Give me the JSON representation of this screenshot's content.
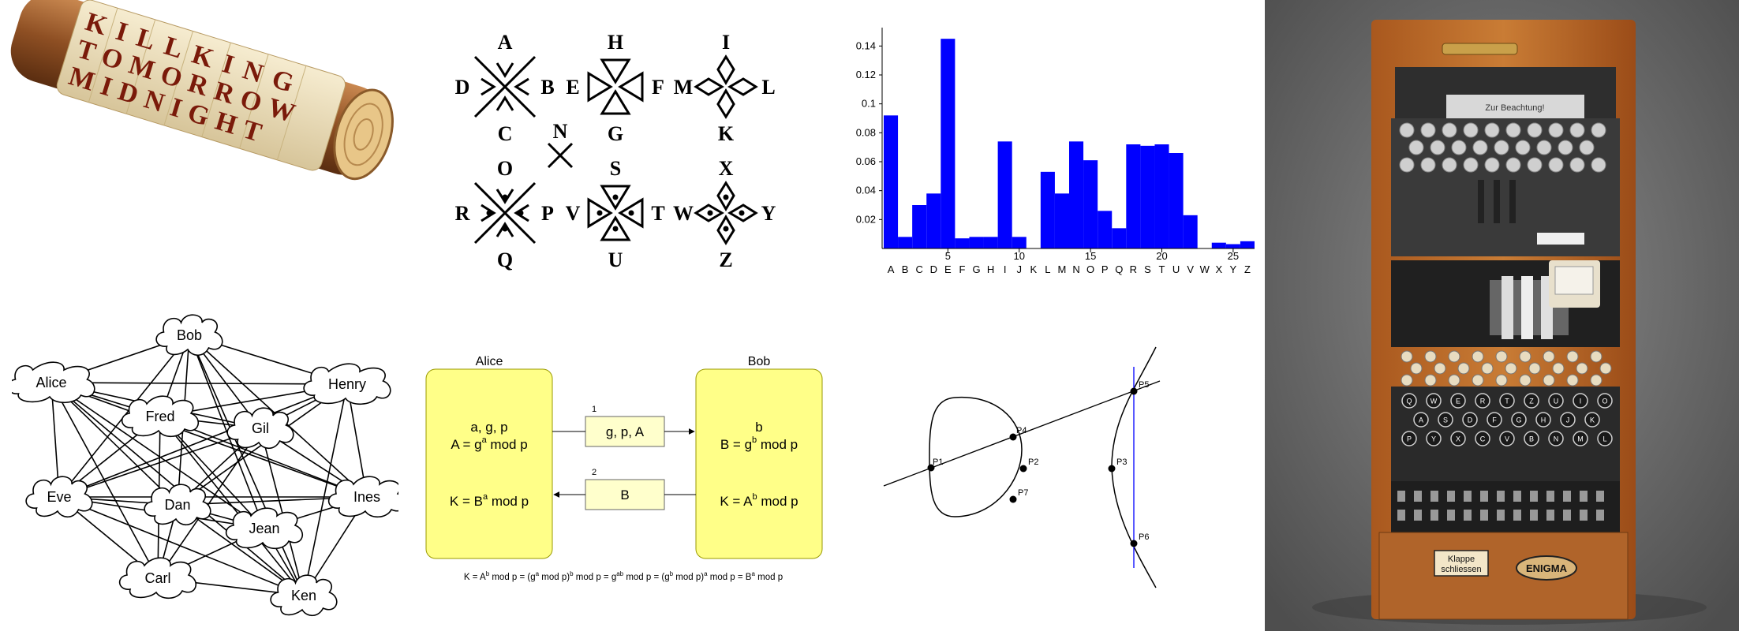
{
  "scytale": {
    "row1": "KILLKING",
    "row2": "TOMORROW",
    "row3": "MIDNIGHT"
  },
  "pigpen": {
    "letters": [
      "A",
      "B",
      "C",
      "D",
      "E",
      "F",
      "G",
      "H",
      "I",
      "K",
      "L",
      "M",
      "N",
      "O",
      "P",
      "Q",
      "R",
      "S",
      "T",
      "U",
      "V",
      "W",
      "X",
      "Y",
      "Z"
    ]
  },
  "chart_data": {
    "type": "bar",
    "categories": [
      "A",
      "B",
      "C",
      "D",
      "E",
      "F",
      "G",
      "H",
      "I",
      "J",
      "K",
      "L",
      "M",
      "N",
      "O",
      "P",
      "Q",
      "R",
      "S",
      "T",
      "U",
      "V",
      "W",
      "X",
      "Y",
      "Z"
    ],
    "values": [
      0.092,
      0.008,
      0.03,
      0.038,
      0.145,
      0.007,
      0.008,
      0.008,
      0.074,
      0.008,
      0.0,
      0.053,
      0.038,
      0.074,
      0.061,
      0.026,
      0.014,
      0.072,
      0.071,
      0.072,
      0.066,
      0.023,
      0.0,
      0.004,
      0.003,
      0.005
    ],
    "x_ticks": [
      "5",
      "10",
      "15",
      "20",
      "25"
    ],
    "y_ticks": [
      "0.02",
      "0.04",
      "0.06",
      "0.08",
      "0.1",
      "0.12",
      "0.14"
    ],
    "ylim": [
      0,
      0.15
    ],
    "bar_color": "#0000ff",
    "grid": false
  },
  "graph": {
    "nodes": [
      "Bob",
      "Alice",
      "Henry",
      "Fred",
      "Gil",
      "Eve",
      "Dan",
      "Ines",
      "Jean",
      "Carl",
      "Ken"
    ]
  },
  "dh": {
    "alice_title": "Alice",
    "bob_title": "Bob",
    "alice_params": "a, g, p",
    "alice_A_base": "A = g",
    "alice_A_exp": "a",
    "alice_A_tail": " mod p",
    "alice_K_base": "K = B",
    "alice_K_exp": "a",
    "alice_K_tail": " mod p",
    "bob_b": "b",
    "bob_B_base": "B = g",
    "bob_B_exp": "b",
    "bob_B_tail": " mod p",
    "bob_K_base": "K = A",
    "bob_K_exp": "b",
    "bob_K_tail": " mod p",
    "msg1_num": "1",
    "msg1_text": "g, p, A",
    "msg2_num": "2",
    "msg2_text": "B",
    "box_color": "#ffff88",
    "equation_parts": [
      "K = A",
      "b",
      " mod p = (g",
      "a",
      " mod p)",
      "b",
      " mod p = g",
      "ab",
      " mod p = (g",
      "b",
      " mod p)",
      "a",
      " mod p = B",
      "a",
      " mod p"
    ]
  },
  "ecc": {
    "points": [
      "P1",
      "P2",
      "P3",
      "P4",
      "P5",
      "P6",
      "P7"
    ],
    "line_color": "#0000ff"
  },
  "enigma": {
    "keys_row1": [
      "Q",
      "W",
      "E",
      "R",
      "T",
      "Z",
      "U",
      "I",
      "O"
    ],
    "keys_row2": [
      "A",
      "S",
      "D",
      "F",
      "G",
      "H",
      "J",
      "K"
    ],
    "keys_row3": [
      "P",
      "Y",
      "X",
      "C",
      "V",
      "B",
      "N",
      "M",
      "L"
    ],
    "lid_label_1": "Klappe",
    "lid_label_2": "schliessen",
    "brand": "ENIGMA",
    "notice": "Zur Beachtung!"
  }
}
